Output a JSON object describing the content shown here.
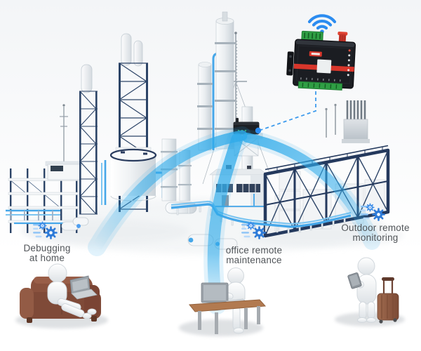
{
  "theme": {
    "background_top": "#f3f5f7",
    "background_bottom": "#ffffff",
    "accent_blue": "#2b8cf0",
    "beam_cyan": "#2fabea",
    "structure_navy": "#24395d",
    "structure_navy_dark": "#16263f",
    "pipe_blue": "#46a7e9",
    "pipe_blue_light": "#7cc5f1",
    "text_color": "#515559",
    "couch_brown": "#8a523e",
    "suitcase_brown": "#8f5a42",
    "device_body": "#1b1d22",
    "device_stripe_red": "#d8362b",
    "terminal_green": "#2f9e44",
    "figure_white": "#f2f4f6",
    "shadow_gray": "#d9dcdf"
  },
  "labels": {
    "home": {
      "line1": "Debugging",
      "line2": "at home"
    },
    "office": {
      "line1": "office remote",
      "line2": "maintenance"
    },
    "outdoor": {
      "line1": "Outdoor remote",
      "line2": "monitoring"
    }
  },
  "icons": {
    "wifi": "wifi-signal-icon",
    "gears": "maintenance-gears-icon",
    "link": "dashed-wireless-link"
  }
}
